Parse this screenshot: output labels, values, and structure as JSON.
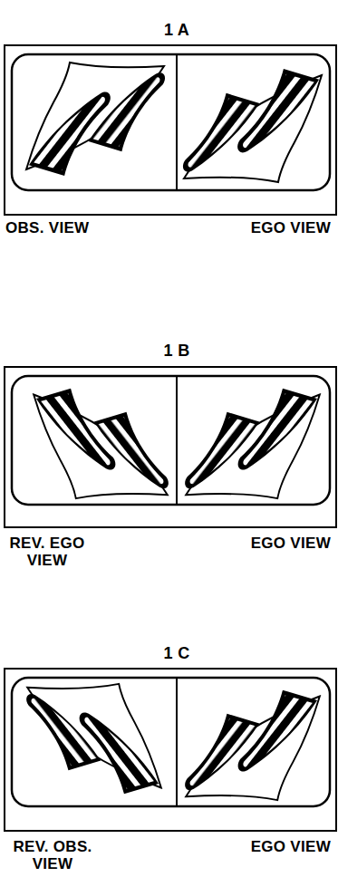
{
  "diagram": {
    "labels": [
      "1 A",
      "OBS. VIEW",
      "EGO VIEW",
      "1 B",
      "REV. EGO VIEW",
      "EGO VIEW",
      "1 C",
      "REV. OBS. VIEW",
      "EGO VIEW"
    ]
  }
}
